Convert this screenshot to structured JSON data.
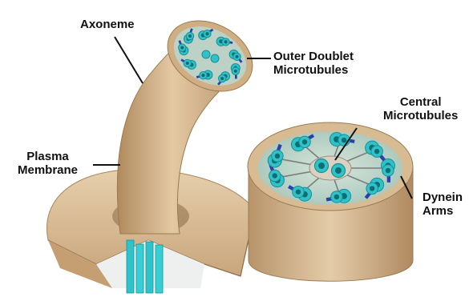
{
  "labels": {
    "axoneme": "Axoneme",
    "outer_doublet": [
      "Outer Doublet",
      "Microtubules"
    ],
    "central": [
      "Central",
      "Microtubules"
    ],
    "plasma": [
      "Plasma",
      "Membrane"
    ],
    "dynein": [
      "Dynein",
      "Arms"
    ]
  },
  "colors": {
    "membrane": "#d8b98f",
    "membrane_dark": "#a9865c",
    "microtubule": "#2fc3c9",
    "dynein": "#2a3fb0",
    "matrix": "#b9d4c9"
  }
}
